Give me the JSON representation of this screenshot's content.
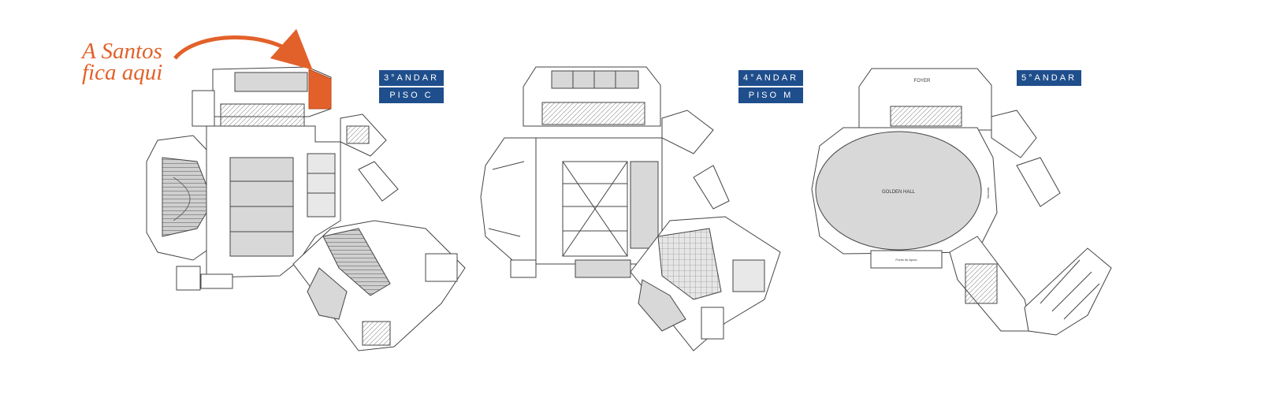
{
  "callout": {
    "line1": "A Santos",
    "line2": "fica aqui",
    "color": "#e2612a"
  },
  "floors": [
    {
      "floor": "3°ANDAR",
      "sub": "PISO C"
    },
    {
      "floor": "4°ANDAR",
      "sub": "PISO M"
    },
    {
      "floor": "5°ANDAR",
      "sub": ""
    }
  ],
  "rooms": {
    "foyer": "FOYER",
    "hall": "GOLDEN HALL",
    "varanda": "Varanda",
    "ponto": "Ponto de Apoio"
  },
  "colors": {
    "badge": "#1f4e8c",
    "highlight": "#e2612a",
    "room_fill": "#d8d8d8",
    "line": "#444444"
  }
}
